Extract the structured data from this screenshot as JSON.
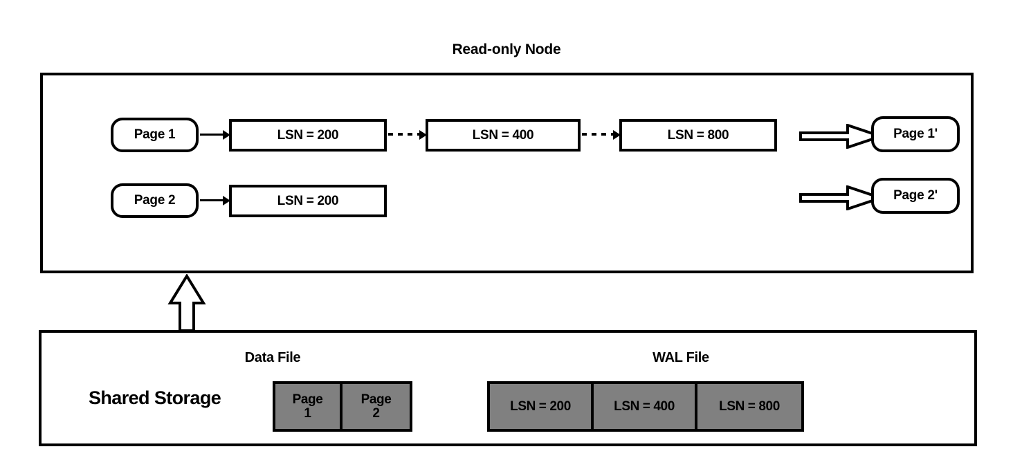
{
  "title": "Read-only Node",
  "colors": {
    "stroke": "#000000",
    "background": "#ffffff",
    "cell_fill": "#808080"
  },
  "node": {
    "rows": [
      {
        "page_source": "Page 1",
        "lsn_chain": [
          "LSN = 200",
          "LSN = 400",
          "LSN = 800"
        ],
        "page_result": "Page 1'"
      },
      {
        "page_source": "Page 2",
        "lsn_chain": [
          "LSN = 200"
        ],
        "page_result": "Page 2'"
      }
    ]
  },
  "storage": {
    "label": "Shared Storage",
    "data_file": {
      "title": "Data File",
      "cells": [
        "Page\n1",
        "Page\n2"
      ]
    },
    "wal_file": {
      "title": "WAL File",
      "cells": [
        "LSN = 200",
        "LSN = 400",
        "LSN = 800"
      ]
    }
  }
}
